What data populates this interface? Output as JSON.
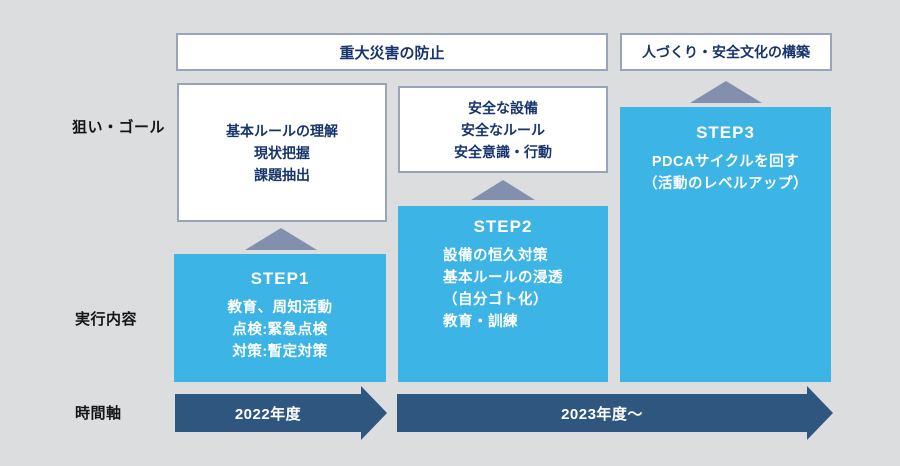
{
  "diagram": {
    "title_implicit": "安全活動ステップ図",
    "colors": {
      "background": "#dcdddf",
      "step_blue": "#3cb4e5",
      "arrow_navy": "#2f567e",
      "triangle_gray_blue": "#8290ae",
      "white_box_border": "#99a3ba",
      "navy_text": "#17356d"
    },
    "row_labels": {
      "goal": "狙い・ゴール",
      "execution": "実行内容",
      "time_axis": "時間軸"
    },
    "top_goals": {
      "left": "重大災害の防止",
      "right": "人づくり・安全文化の構築"
    },
    "goal_boxes": {
      "step1": {
        "lines": [
          "基本ルールの理解",
          "現状把握",
          "課題抽出"
        ]
      },
      "step2": {
        "lines": [
          "安全な設備",
          "安全なルール",
          "安全意識・行動"
        ]
      }
    },
    "steps": [
      {
        "title": "STEP1",
        "lines": [
          "教育、周知活動",
          "点検:緊急点検",
          "対策:暫定対策"
        ]
      },
      {
        "title": "STEP2",
        "lines": [
          "設備の恒久対策",
          "基本ルールの浸透",
          "（自分ゴト化）",
          "教育・訓練"
        ]
      },
      {
        "title": "STEP3",
        "lines": [
          "PDCAサイクルを回す",
          "（活動のレベルアップ）"
        ]
      }
    ],
    "timeline": {
      "first": "2022年度",
      "second": "2023年度〜"
    }
  }
}
